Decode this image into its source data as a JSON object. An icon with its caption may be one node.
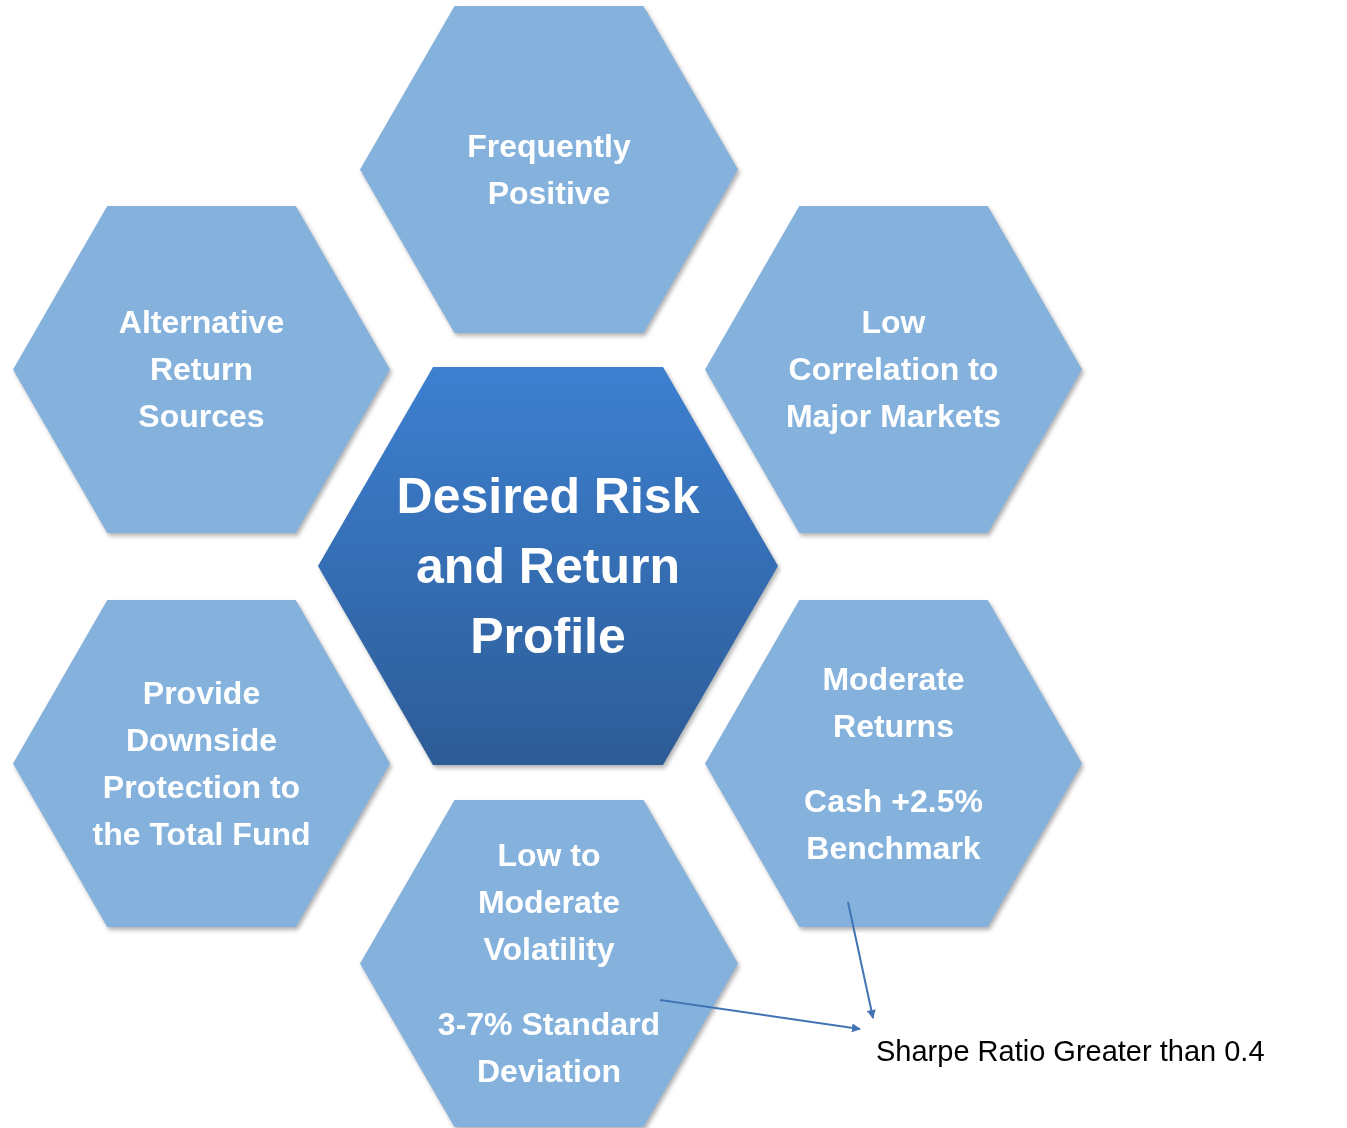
{
  "diagram": {
    "nodes": [
      {
        "text": [
          "Desired Risk and Return Profile"
        ]
      },
      {
        "text": [
          "Frequently Positive"
        ]
      },
      {
        "text": [
          "Low Correlation to Major Markets"
        ]
      },
      {
        "text": [
          "Moderate Returns",
          "Cash +2.5% Benchmark"
        ]
      },
      {
        "text": [
          "Low to Moderate Volatility",
          "3-7% Standard Deviation"
        ]
      },
      {
        "text": [
          "Provide Downside Protection to the Total Fund"
        ]
      },
      {
        "text": [
          "Alternative Return Sources"
        ]
      },
      {
        "text": [
          "Sharpe Ratio Greater than 0.4"
        ]
      }
    ],
    "edges": [
      {
        "from": 3,
        "to": 7,
        "arrow": "to"
      },
      {
        "from": 4,
        "to": 7,
        "arrow": "to"
      }
    ]
  }
}
